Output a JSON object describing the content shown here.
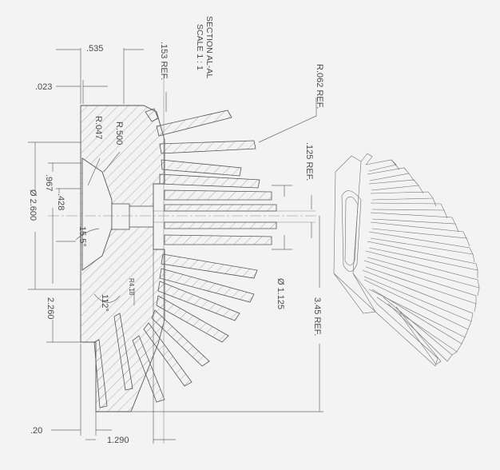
{
  "section": {
    "title": "SECTION AL-AL",
    "scale": "SCALE 1 : 1"
  },
  "dimensions": {
    "d535": ".535",
    "d023": ".023",
    "d153ref": ".153 REF.",
    "r062ref": "R.062 REF.",
    "r500": "R.500",
    "r047": "R.047",
    "d125ref": ".125 REF.",
    "d967": ".967",
    "d428": ".428",
    "dia2600": "Ø 2.600",
    "ang15": "15.5°",
    "dia1125": "Ø 1.125",
    "ang112": "112°",
    "r418": "R4.18",
    "d345ref": "3.45 REF.",
    "d2260": "2.260",
    "d20": ".20",
    "d1290": "1.290"
  },
  "colors": {
    "paper": "#f3f3f3",
    "line": "#555555",
    "text": "#4a4a4a"
  }
}
